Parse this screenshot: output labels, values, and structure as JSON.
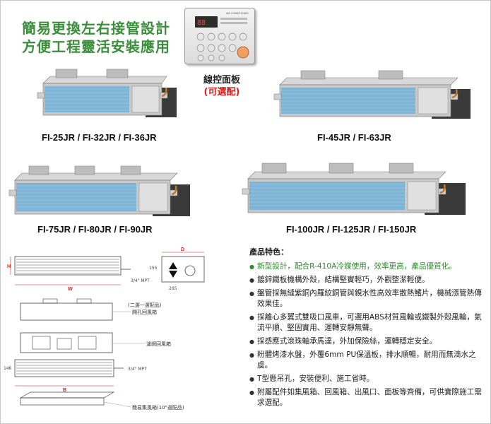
{
  "headline": {
    "line1": "簡易更換左右接管設計",
    "line2": "方便工程靈活安裝應用"
  },
  "control_panel": {
    "display_text": "88",
    "brand_text": "AIR CONDITIONER",
    "caption_line1": "線控面板",
    "caption_line2": "(可選配)"
  },
  "models": {
    "group1": "FI-25JR / FI-32JR / FI-36JR",
    "group2": "FI-45JR / FI-63JR",
    "group3": "FI-75JR / FI-80JR / FI-90JR",
    "group4": "FI-100JR / FI-125JR / FI-150JR"
  },
  "drawing": {
    "dim_h": "H",
    "dim_w": "W",
    "dim_d": "D",
    "dim_155": "155",
    "dim_265": "265",
    "dim_146": "146",
    "dim_b": "B",
    "pipe1": "3/4\" MPT",
    "pipe2": "3/4\" MPT",
    "return_box_note1": "(二選一選配品)",
    "return_box_note2": "開孔回風箱",
    "filter_box": "濾網回風箱",
    "collector_box": "簡易集風箱(10\"選配品)"
  },
  "features": {
    "title": "產品特色：",
    "items": [
      "新型設計，配合R-410A冷媒使用，效率更高，產品優質化。",
      "鍍鋅鐵板機構外殼，結構堅實輕巧，外觀整潔輕便。",
      "盤管採無縫紫銅內羅紋銅管與親水性高效率散熱鰭片，機械漲管熱傳效果佳。",
      "採離心多翼式雙吸口風車，可選用ABS材質風輪或鐵製外殼風輪，氣流平順、堅固實用、運轉安靜無聲。",
      "採感應式滾珠軸承馬達，外加保險絲，運轉穩定安全。",
      "粉體烤漆水盤，外覆6mm PU保溫板，排水順暢，耐用而無滴水之虞。",
      "T型懸吊孔，安裝便利、施工省時。",
      "附屬配件如集風箱、回風箱、出風口、面板等齊備，可供實際施工需求選配。"
    ]
  },
  "colors": {
    "headline": "#3a8f3a",
    "highlight_feature": "#2f8a2f",
    "caption_red": "#d02020",
    "coil_blue": "#7fb4d6"
  }
}
